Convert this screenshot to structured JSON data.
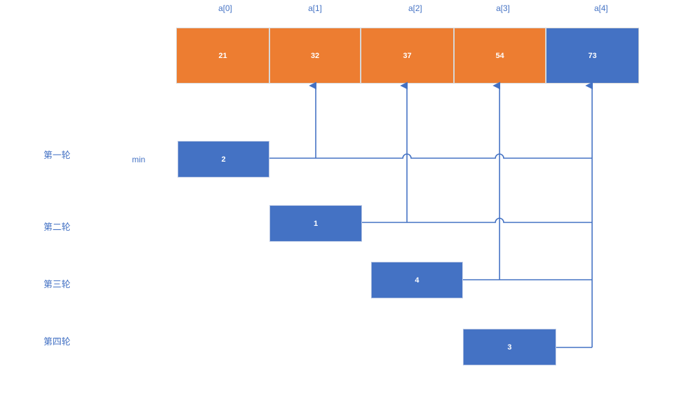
{
  "array": {
    "indices": [
      "a[0]",
      "a[1]",
      "a[2]",
      "a[3]",
      "a[4]"
    ],
    "values": [
      "21",
      "32",
      "37",
      "54",
      "73"
    ],
    "colors": [
      "orange",
      "orange",
      "orange",
      "orange",
      "blue"
    ]
  },
  "min_label": "min",
  "rounds": [
    {
      "label": "第一轮",
      "value": "2"
    },
    {
      "label": "第二轮",
      "value": "1"
    },
    {
      "label": "第三轮",
      "value": "4"
    },
    {
      "label": "第四轮",
      "value": "3"
    }
  ],
  "colors": {
    "orange": "#ED7D31",
    "blue": "#4472C4",
    "line": "#4472C4"
  }
}
